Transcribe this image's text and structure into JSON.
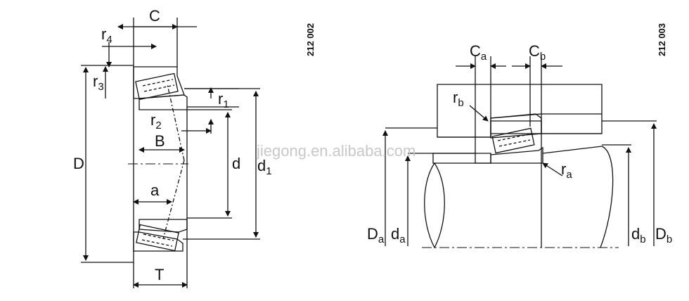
{
  "left_figure": {
    "code": "212 002",
    "labels": {
      "C": "C",
      "r4": "r",
      "r4_sub": "4",
      "r3": "r",
      "r3_sub": "3",
      "r1": "r",
      "r1_sub": "1",
      "r2": "r",
      "r2_sub": "2",
      "B": "B",
      "D": "D",
      "d": "d",
      "d1": "d",
      "d1_sub": "1",
      "a": "a",
      "T": "T"
    }
  },
  "right_figure": {
    "code": "212 003",
    "labels": {
      "Ca": "C",
      "Ca_sub": "a",
      "Cb": "C",
      "Cb_sub": "b",
      "rb": "r",
      "rb_sub": "b",
      "ra": "r",
      "ra_sub": "a",
      "Da": "D",
      "Da_sub": "a",
      "da": "d",
      "da_sub": "a",
      "db": "d",
      "db_sub": "b",
      "Db": "D",
      "Db_sub": "b"
    }
  },
  "watermark": "jiegong.en.alibaba.com"
}
